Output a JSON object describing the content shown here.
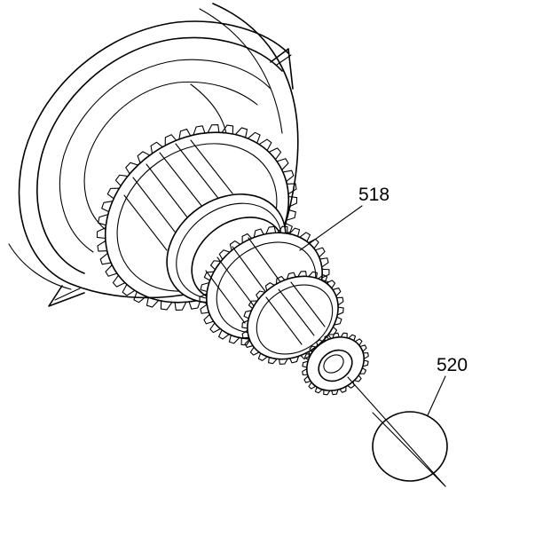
{
  "figure": {
    "callouts": [
      {
        "id": "518",
        "label": "518"
      },
      {
        "id": "520",
        "label": "520"
      }
    ],
    "colors": {
      "ink": "#000000",
      "paper": "#ffffff"
    }
  }
}
